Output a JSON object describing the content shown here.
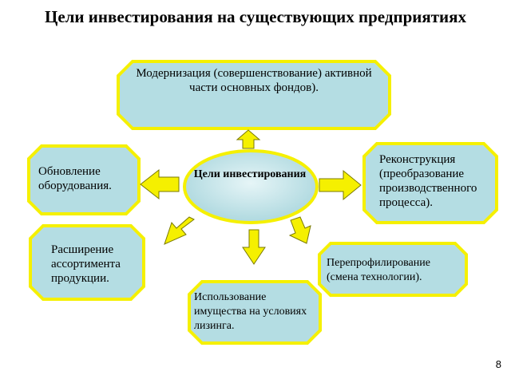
{
  "title": "Цели инвестирования на существующих предприятиях",
  "center": "Цели инвестирования",
  "nodes": {
    "modernization": "Модернизация (совершенствование) активной части основных фондов).",
    "equipment_update": "Обновление оборудования.",
    "reconstruction": "Реконструкция (преобразование производственного процесса).",
    "assortment": "Расширение ассортимента продукции.",
    "reprofiling": "Перепрофилирование (смена технологии).",
    "leasing": "Использование имущества на условиях лизинга."
  },
  "page_number": "8",
  "colors": {
    "box_fill": "#b4dde3",
    "box_border": "#f5f000",
    "arrow_fill": "#f5f000",
    "arrow_stroke": "#7a7a00"
  }
}
